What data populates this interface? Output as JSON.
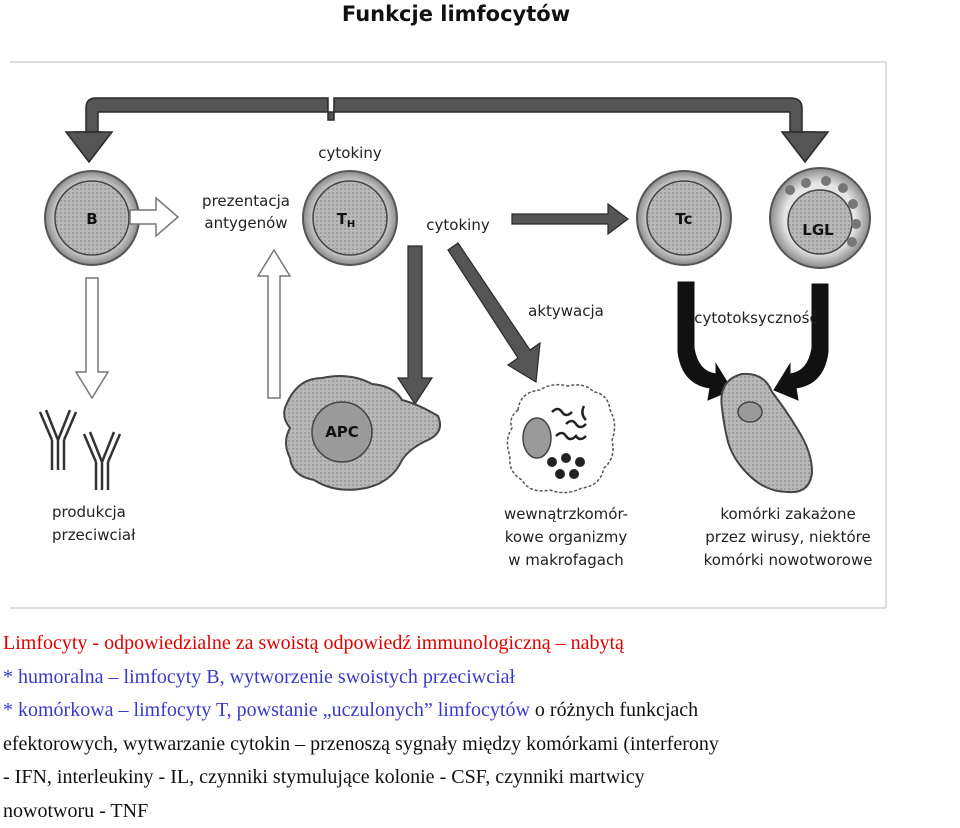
{
  "diagram": {
    "title": "Funkcje limfocytów",
    "cells": {
      "b": "B",
      "th_main": "T",
      "th_sub": "H",
      "tc": "Tc",
      "lgl": "LGL",
      "apc": "APC"
    },
    "labels": {
      "cytokiny_top": "cytokiny",
      "prezentacja_1": "prezentacja",
      "prezentacja_2": "antygenów",
      "cytokiny_mid": "cytokiny",
      "aktywacja": "aktywacja",
      "cytotoksycznosc": "cytotoksyczność",
      "produkcja_1": "produkcja",
      "produkcja_2": "przeciwciał",
      "wewnatrz_1": "wewnątrzkomór-",
      "wewnatrz_2": "kowe organizmy",
      "wewnatrz_3": "w makrofagach",
      "komorki_1": "komórki zakażone",
      "komorki_2": "przez wirusy, niektóre",
      "komorki_3": "komórki nowotworowe"
    }
  },
  "caption": {
    "line1": "Limfocyty - odpowiedzialne za swoistą odpowiedź immunologiczną – nabytą",
    "line2": "* humoralna – limfocyty B, wytworzenie swoistych przeciwciał",
    "line3_blue": "* komórkowa – limfocyty T, powstanie „uczulonych” limfocytów ",
    "line3_dark": "o różnych funkcjach",
    "line4": "efektorowych, wytwarzanie cytokin – przenoszą sygnały między komórkami (interferony",
    "line5": "- IFN, interleukiny - IL, czynniki stymulujące kolonie - CSF, czynniki martwicy",
    "line6": "nowotworu - TNF"
  },
  "colors": {
    "caption_red": "#e00000",
    "caption_blue": "#3a3ac8",
    "caption_dark": "#111111",
    "cell_fill": "#9a9a9a",
    "cell_halo": "#d4d4d4"
  }
}
